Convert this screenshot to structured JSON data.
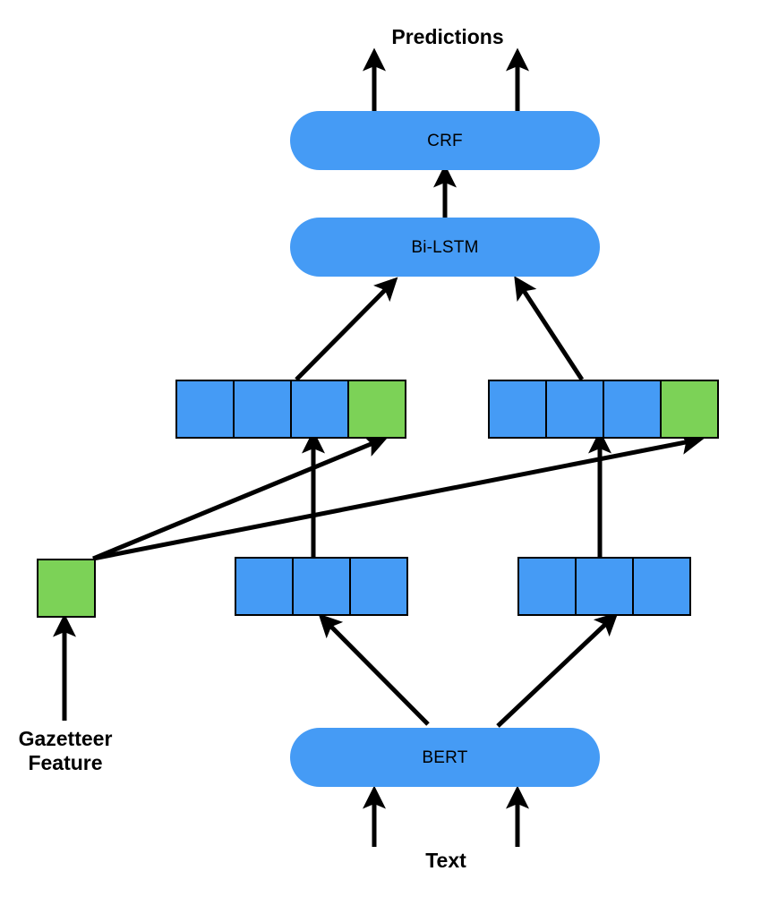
{
  "diagram": {
    "title": "BERT + Gazetteer Feature + Bi-LSTM + CRF sequence labeling architecture",
    "colors": {
      "blue": "#459BF5",
      "green": "#7CD257",
      "stroke": "#000000",
      "background": "#FFFFFF"
    },
    "captions": {
      "predictions": "Predictions",
      "gazetteer_feature": "Gazetteer\nFeature",
      "text": "Text"
    },
    "modules": [
      {
        "id": "crf",
        "label": "CRF"
      },
      {
        "id": "bilstm",
        "label": "Bi-LSTM"
      },
      {
        "id": "bert",
        "label": "BERT"
      }
    ],
    "concat_strips": [
      {
        "id": "concat-left",
        "cells": [
          {
            "color": "blue"
          },
          {
            "color": "blue"
          },
          {
            "color": "blue"
          },
          {
            "color": "green"
          }
        ]
      },
      {
        "id": "concat-right",
        "cells": [
          {
            "color": "blue"
          },
          {
            "color": "blue"
          },
          {
            "color": "blue"
          },
          {
            "color": "green"
          }
        ]
      }
    ],
    "embedding_strips": [
      {
        "id": "embedding-left",
        "cells": [
          {
            "color": "blue"
          },
          {
            "color": "blue"
          },
          {
            "color": "blue"
          }
        ]
      },
      {
        "id": "embedding-right",
        "cells": [
          {
            "color": "blue"
          },
          {
            "color": "blue"
          },
          {
            "color": "blue"
          }
        ]
      }
    ],
    "gazetteer_cell": {
      "id": "gazetteer-cell",
      "color": "green"
    },
    "edges": [
      {
        "id": "text-to-bert-left",
        "from": "text",
        "to": "bert"
      },
      {
        "id": "text-to-bert-right",
        "from": "text",
        "to": "bert"
      },
      {
        "id": "bert-to-embedding-left",
        "from": "bert",
        "to": "embedding-left"
      },
      {
        "id": "bert-to-embedding-right",
        "from": "bert",
        "to": "embedding-right"
      },
      {
        "id": "gazetteer-caption-to-cell",
        "from": "gazetteer-caption",
        "to": "gazetteer-cell"
      },
      {
        "id": "gazetteer-to-concat-left",
        "from": "gazetteer-cell",
        "to": "concat-left"
      },
      {
        "id": "gazetteer-to-concat-right",
        "from": "gazetteer-cell",
        "to": "concat-right"
      },
      {
        "id": "embedding-left-to-concat",
        "from": "embedding-left",
        "to": "concat-left"
      },
      {
        "id": "embedding-right-to-concat",
        "from": "embedding-right",
        "to": "concat-right"
      },
      {
        "id": "concat-left-to-bilstm",
        "from": "concat-left",
        "to": "bilstm"
      },
      {
        "id": "concat-right-to-bilstm",
        "from": "concat-right",
        "to": "bilstm"
      },
      {
        "id": "bilstm-to-crf",
        "from": "bilstm",
        "to": "crf"
      },
      {
        "id": "crf-to-predictions-left",
        "from": "crf",
        "to": "predictions"
      },
      {
        "id": "crf-to-predictions-right",
        "from": "crf",
        "to": "predictions"
      }
    ]
  }
}
